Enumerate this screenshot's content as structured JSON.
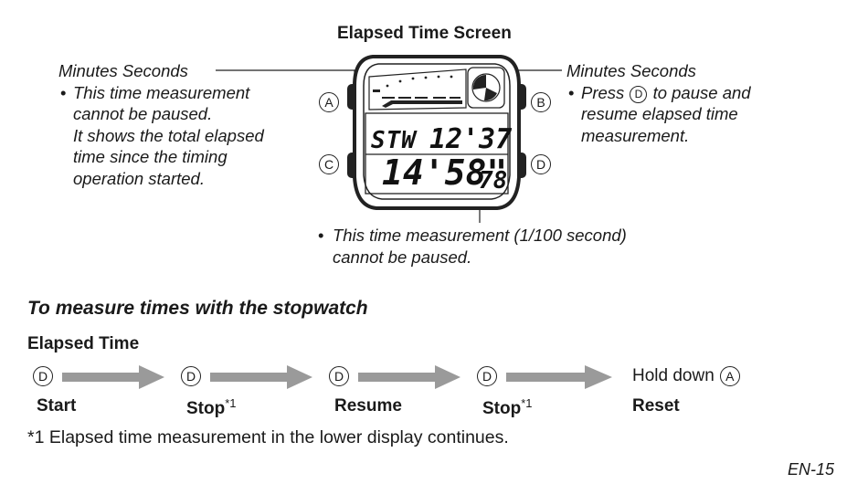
{
  "figure": {
    "title": "Elapsed Time Screen",
    "left_note": {
      "header": "Minutes Seconds",
      "bullet": "•",
      "lines": [
        "This time measurement",
        "cannot be paused.",
        "It shows the total elapsed",
        "time since the timing",
        "operation started."
      ]
    },
    "right_note": {
      "header": "Minutes Seconds",
      "bullet": "•",
      "press": "Press",
      "button": "D",
      "line1_tail": "to pause and",
      "lines": [
        "resume elapsed time",
        "measurement."
      ]
    },
    "bottom_note": {
      "bullet": "•",
      "lines": [
        "This time measurement (1/100 second)",
        "cannot be paused."
      ]
    },
    "buttons": {
      "a": "A",
      "b": "B",
      "c": "C",
      "d": "D"
    },
    "watch": {
      "top_label": "STW",
      "top_time": "12'37",
      "bottom_time": "14'58\"",
      "hundredths": "78"
    }
  },
  "section": {
    "heading": "To measure times with the stopwatch",
    "subheading": "Elapsed Time",
    "steps": [
      {
        "button": "D",
        "label": "Start",
        "note": ""
      },
      {
        "button": "D",
        "label": "Stop",
        "note": "*1"
      },
      {
        "button": "D",
        "label": "Resume",
        "note": ""
      },
      {
        "button": "D",
        "label": "Stop",
        "note": "*1"
      }
    ],
    "final": {
      "text": "Hold down",
      "button": "A",
      "label": "Reset"
    },
    "footnote": "*1 Elapsed time measurement in the lower display continues."
  },
  "page_number": "EN-15"
}
